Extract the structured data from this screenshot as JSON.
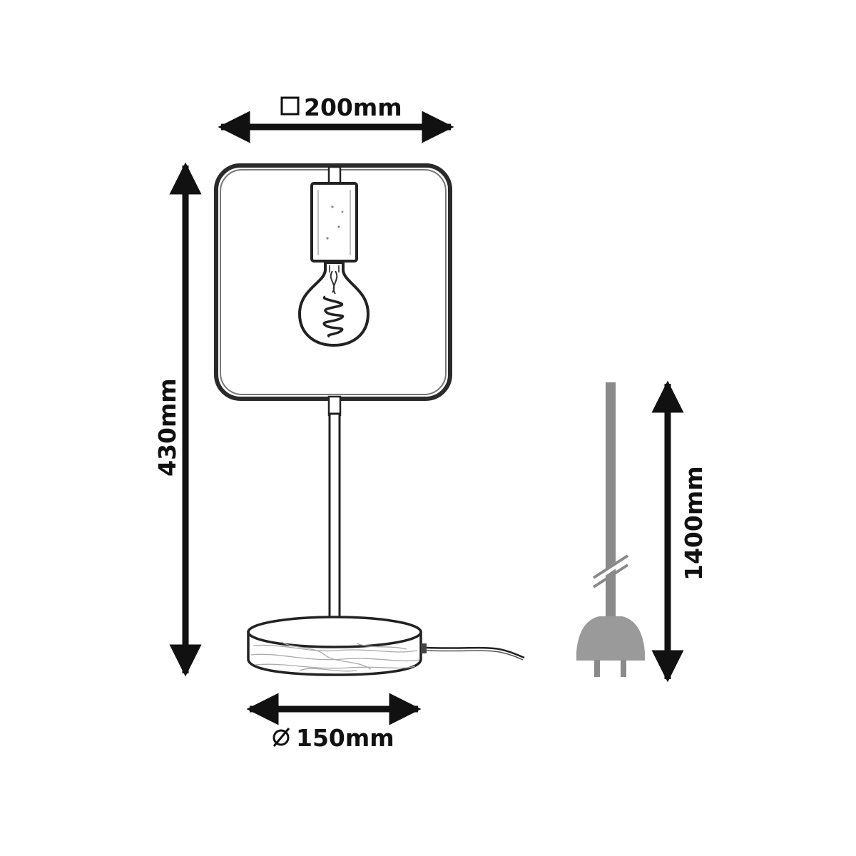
{
  "dimensions": {
    "width_label": "200mm",
    "height_label": "430mm",
    "base_label": "150mm",
    "cable_label": "1400mm"
  },
  "symbols": {
    "square": "□",
    "diameter": "∅"
  },
  "colors": {
    "line": "#111111",
    "frame": "#2a2a2a",
    "cable": "#8a8a8a",
    "plug": "#9a9a9a",
    "wood": "#cfcfcf"
  }
}
